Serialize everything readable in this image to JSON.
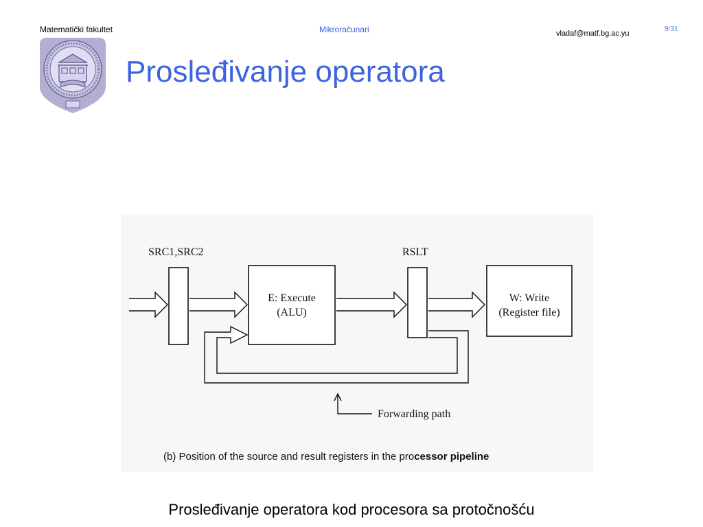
{
  "header": {
    "faculty": "Matematički fakultet",
    "course": "Mikroračunari",
    "email": "vladaf@matf.bg.ac.yu",
    "page": "9/31"
  },
  "slide": {
    "title": "Prosleđivanje operatora",
    "caption": "Prosleđivanje operatora kod procesora sa protočnošću"
  },
  "diagram": {
    "src_label": "SRC1,SRC2",
    "rslt_label": "RSLT",
    "execute_line1": "E: Execute",
    "execute_line2": "(ALU)",
    "write_line1": "W: Write",
    "write_line2": "(Register file)",
    "forwarding_label": "Forwarding path",
    "caption_prefix": "(b) Position of the source and result registers in the pro",
    "caption_bold": "cessor pipeline"
  },
  "colors": {
    "accent": "#3d63e0",
    "seal": "#b3afd3"
  }
}
